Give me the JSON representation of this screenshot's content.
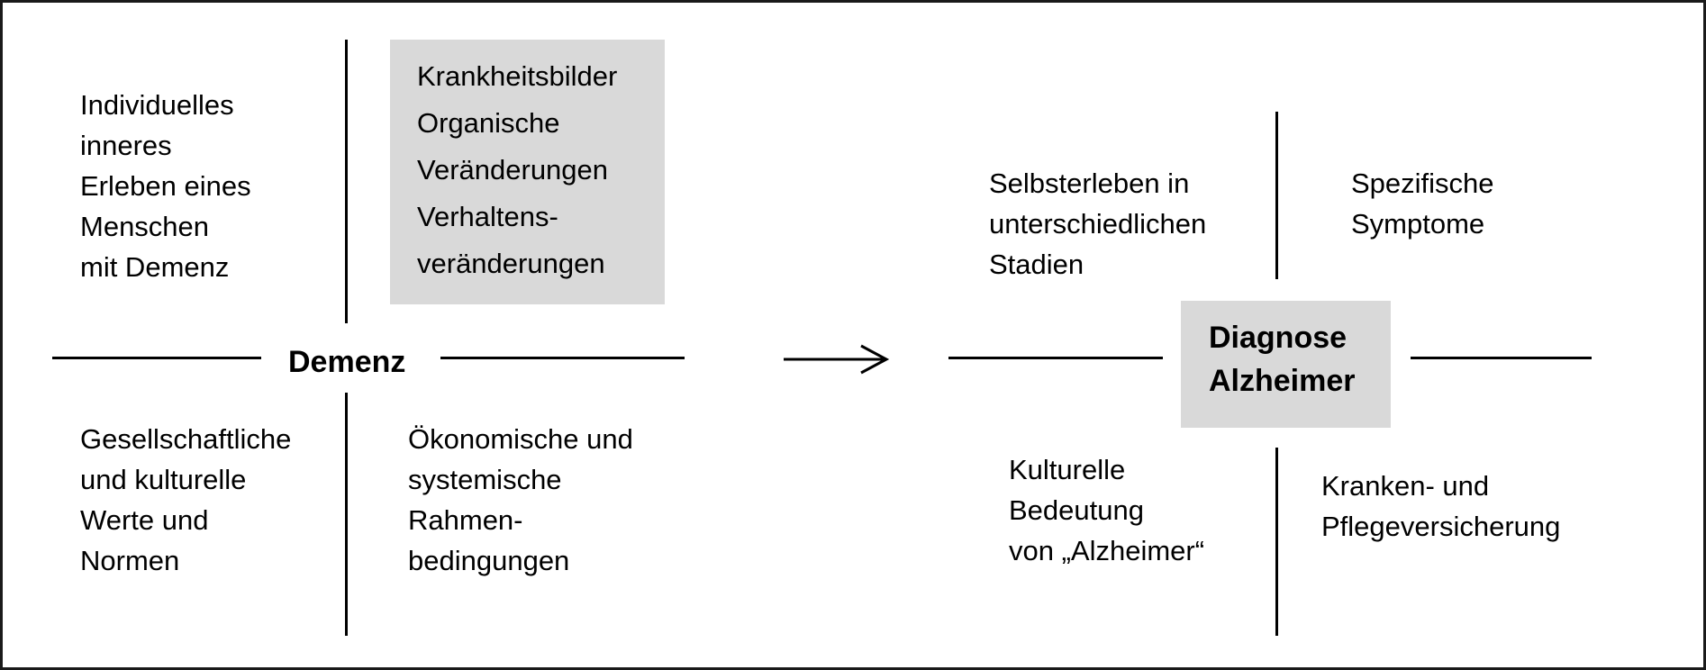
{
  "colors": {
    "box_fill": "#d9d9d9",
    "line": "#000000",
    "border": "#1a1a1a"
  },
  "left_diagram": {
    "center_label": "Demenz",
    "top_left": "Individuelles\ninneres\nErleben eines\nMenschen\nmit Demenz",
    "top_right": "Krankheitsbilder\nOrganische\nVeränderungen\nVerhaltens-\nveränderungen",
    "bottom_left": "Gesellschaftliche\nund kulturelle\nWerte und\nNormen",
    "bottom_right": "Ökonomische und\nsystemische\nRahmen-\nbedingungen"
  },
  "right_diagram": {
    "center_label": "Diagnose\nAlzheimer",
    "top_left": "Selbsterleben in\nunterschiedlichen\nStadien",
    "top_right": "Spezifische\nSymptome",
    "bottom_left": "Kulturelle\nBedeutung\nvon „Alzheimer“",
    "bottom_right": "Kranken- und\nPflegeversicherung"
  },
  "connector": {
    "icon": "right-arrow-icon"
  }
}
